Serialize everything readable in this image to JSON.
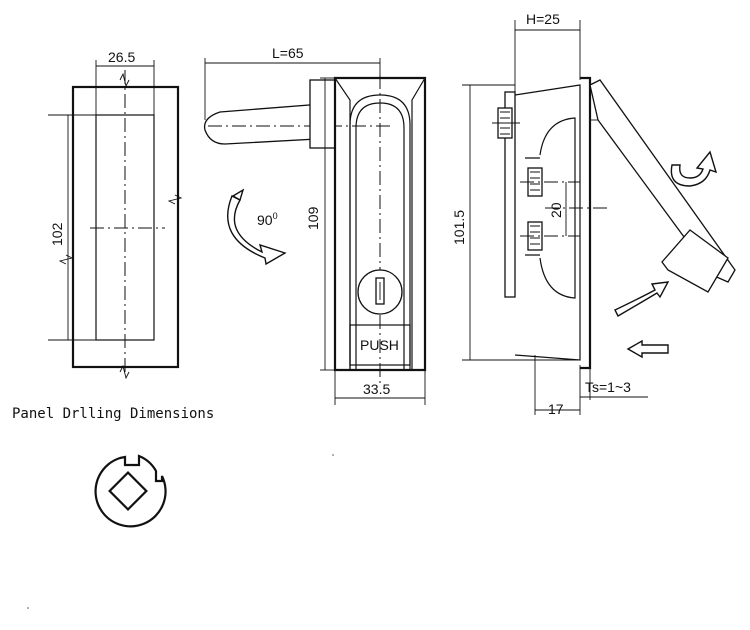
{
  "drawing": {
    "cutout": {
      "width_label": "26.5",
      "height_label": "102"
    },
    "front": {
      "length_label": "L=65",
      "height_label": "109",
      "width_label": "33.5",
      "rotation_label": "90",
      "rotation_unit": "0",
      "push_label": "PUSH"
    },
    "side": {
      "depth_label": "H=25",
      "height_label": "101.5",
      "spacing_label": "20",
      "base_label": "17",
      "thickness_label": "Ts=1~3"
    },
    "caption": "Panel Drlling Dimensions"
  }
}
